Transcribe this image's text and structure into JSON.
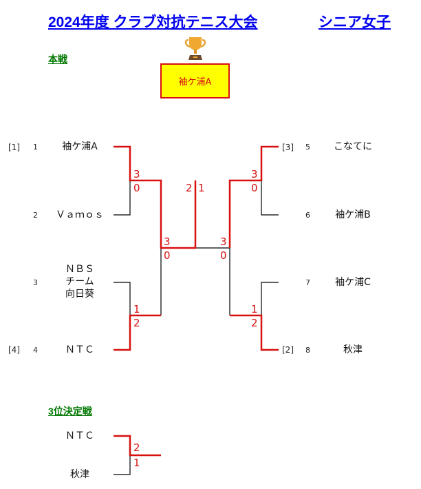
{
  "header": {
    "title": "2024年度 クラブ対抗テニス大会",
    "category": "シニア女子"
  },
  "main": {
    "section_label": "本戦",
    "champion": {
      "icon": "trophy-icon",
      "name": "袖ケ浦A"
    },
    "entries": [
      {
        "seed": "[1]",
        "no": "1",
        "team": "袖ケ浦A"
      },
      {
        "seed": "",
        "no": "2",
        "team": "Ｖａｍｏｓ"
      },
      {
        "seed": "",
        "no": "3",
        "team": "ＮＢＳ\nチーム\n向日葵"
      },
      {
        "seed": "[4]",
        "no": "4",
        "team": "ＮＴＣ"
      },
      {
        "seed": "[3]",
        "no": "5",
        "team": "こなてに"
      },
      {
        "seed": "",
        "no": "6",
        "team": "袖ケ浦B"
      },
      {
        "seed": "",
        "no": "7",
        "team": "袖ケ浦C"
      },
      {
        "seed": "[2]",
        "no": "8",
        "team": "秋津"
      }
    ],
    "scores": {
      "r1_m1": [
        "3",
        "0"
      ],
      "r1_m2": [
        "1",
        "2"
      ],
      "r1_m3": [
        "3",
        "0"
      ],
      "r1_m4": [
        "1",
        "2"
      ],
      "sf_left": [
        "3",
        "0"
      ],
      "sf_right": [
        "3",
        "0"
      ],
      "final": [
        "2",
        "1"
      ]
    }
  },
  "third_place": {
    "section_label": "3位決定戦",
    "teams": [
      "ＮＴＣ",
      "秋津"
    ],
    "scores": [
      "2",
      "1"
    ]
  },
  "colors": {
    "win": "#d81010",
    "lose": "#000000",
    "title": "#0000ee",
    "section": "#007700",
    "champion_bg": "#ffff00"
  }
}
